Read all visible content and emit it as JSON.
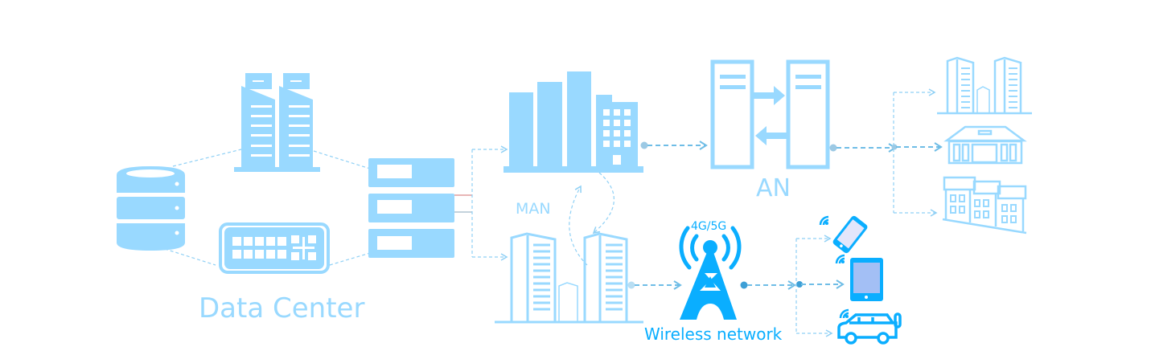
{
  "labels": {
    "data_center": "Data Center",
    "man": "MAN",
    "an": "AN",
    "wireless_network": "Wireless network",
    "tower_badge": "4G/5G"
  },
  "colors": {
    "light_blue": "#99d9ff",
    "tower_blue": "#0aaeff",
    "screen_blue": "#a3bff5"
  },
  "icons": [
    "database-icon",
    "office-towers-icon",
    "network-switch-icon",
    "server-rack-icon",
    "city-buildings-icon",
    "skyscrapers-icon",
    "access-node-icon",
    "cell-tower-icon",
    "smartphone-icon",
    "tablet-icon",
    "car-icon",
    "office-complex-icon",
    "bank-building-icon",
    "row-houses-icon"
  ]
}
